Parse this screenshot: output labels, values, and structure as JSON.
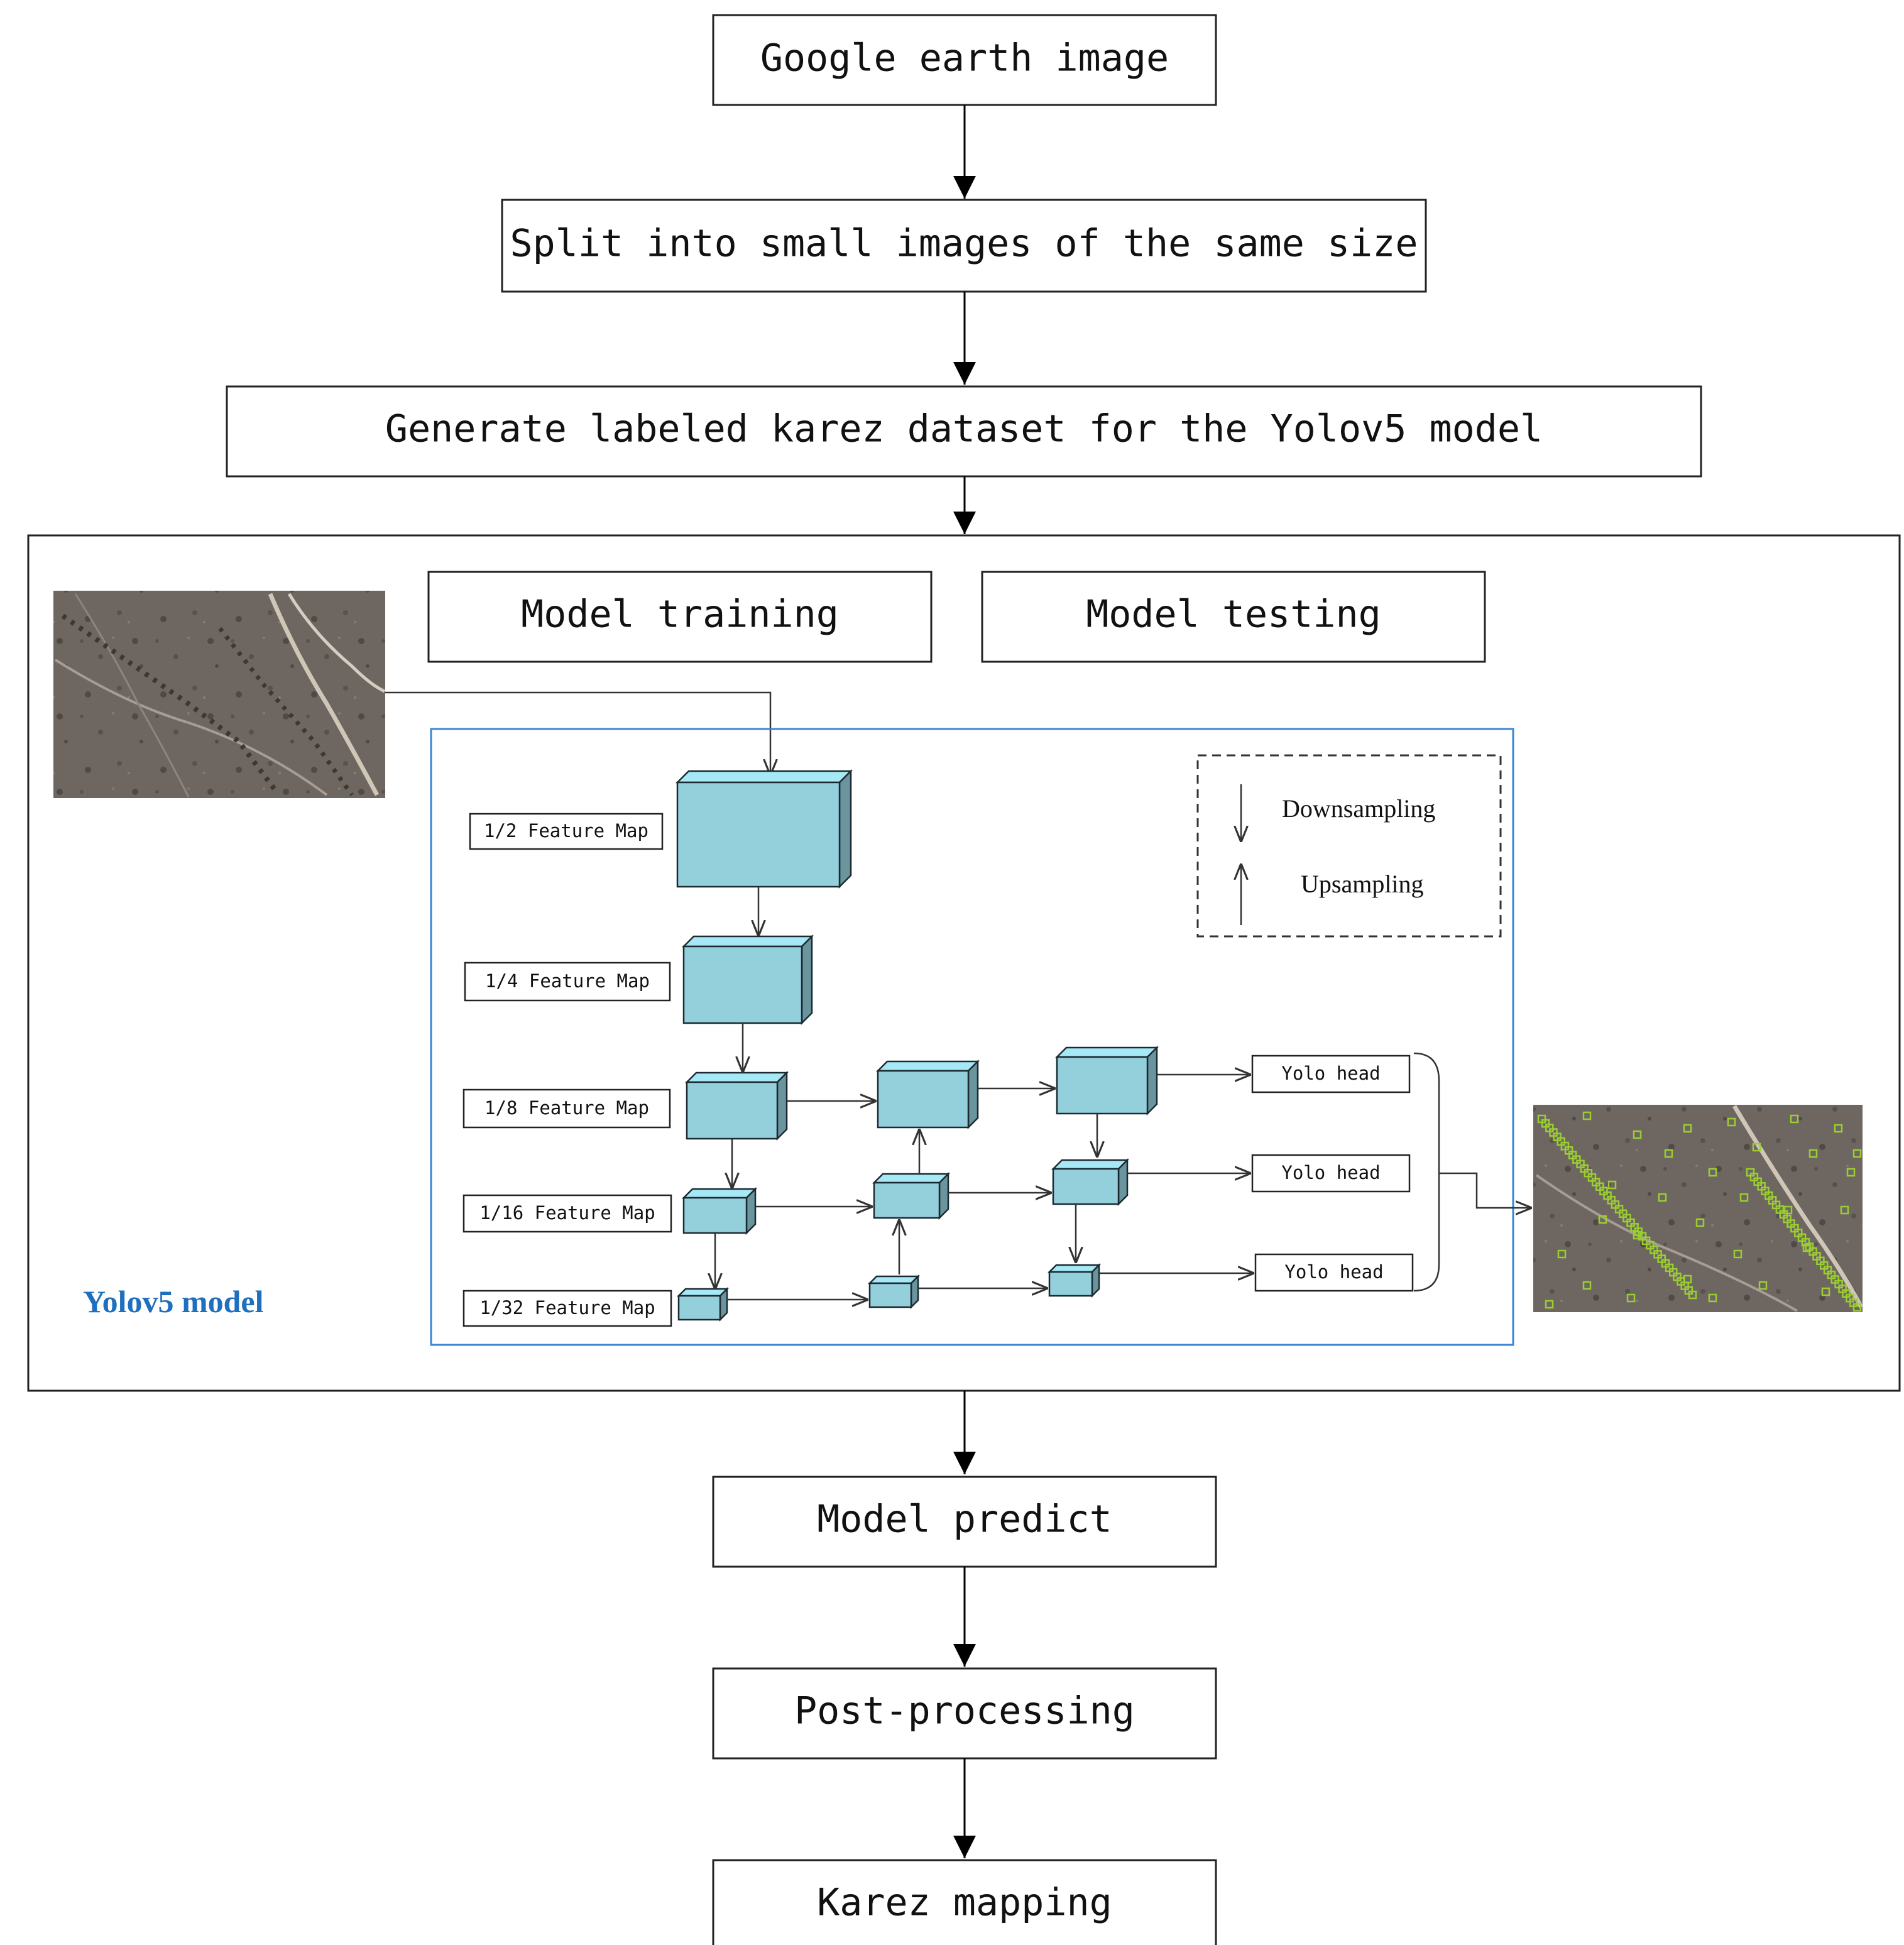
{
  "flow": {
    "step_google_earth": "Google earth image",
    "step_split": "Split into small images of the same size",
    "step_generate_dataset": "Generate labeled karez dataset for the Yolov5 model",
    "step_model_predict": "Model predict",
    "step_post_processing": "Post-processing",
    "step_karez_mapping": "Karez mapping"
  },
  "model_panel": {
    "title": "Yolov5 model",
    "title_color": "#1f6fbf",
    "training_label": "Model training",
    "testing_label": "Model testing",
    "legend": {
      "downsampling": "Downsampling",
      "upsampling": "Upsampling"
    },
    "feature_maps": [
      "1/2 Feature Map",
      "1/4 Feature Map",
      "1/8 Feature Map",
      "1/16 Feature Map",
      "1/32 Feature Map"
    ],
    "yolo_heads": [
      "Yolo head",
      "Yolo head",
      "Yolo head"
    ],
    "cube_color": "#94cfdc",
    "detection_box_color": "#9acd32"
  }
}
